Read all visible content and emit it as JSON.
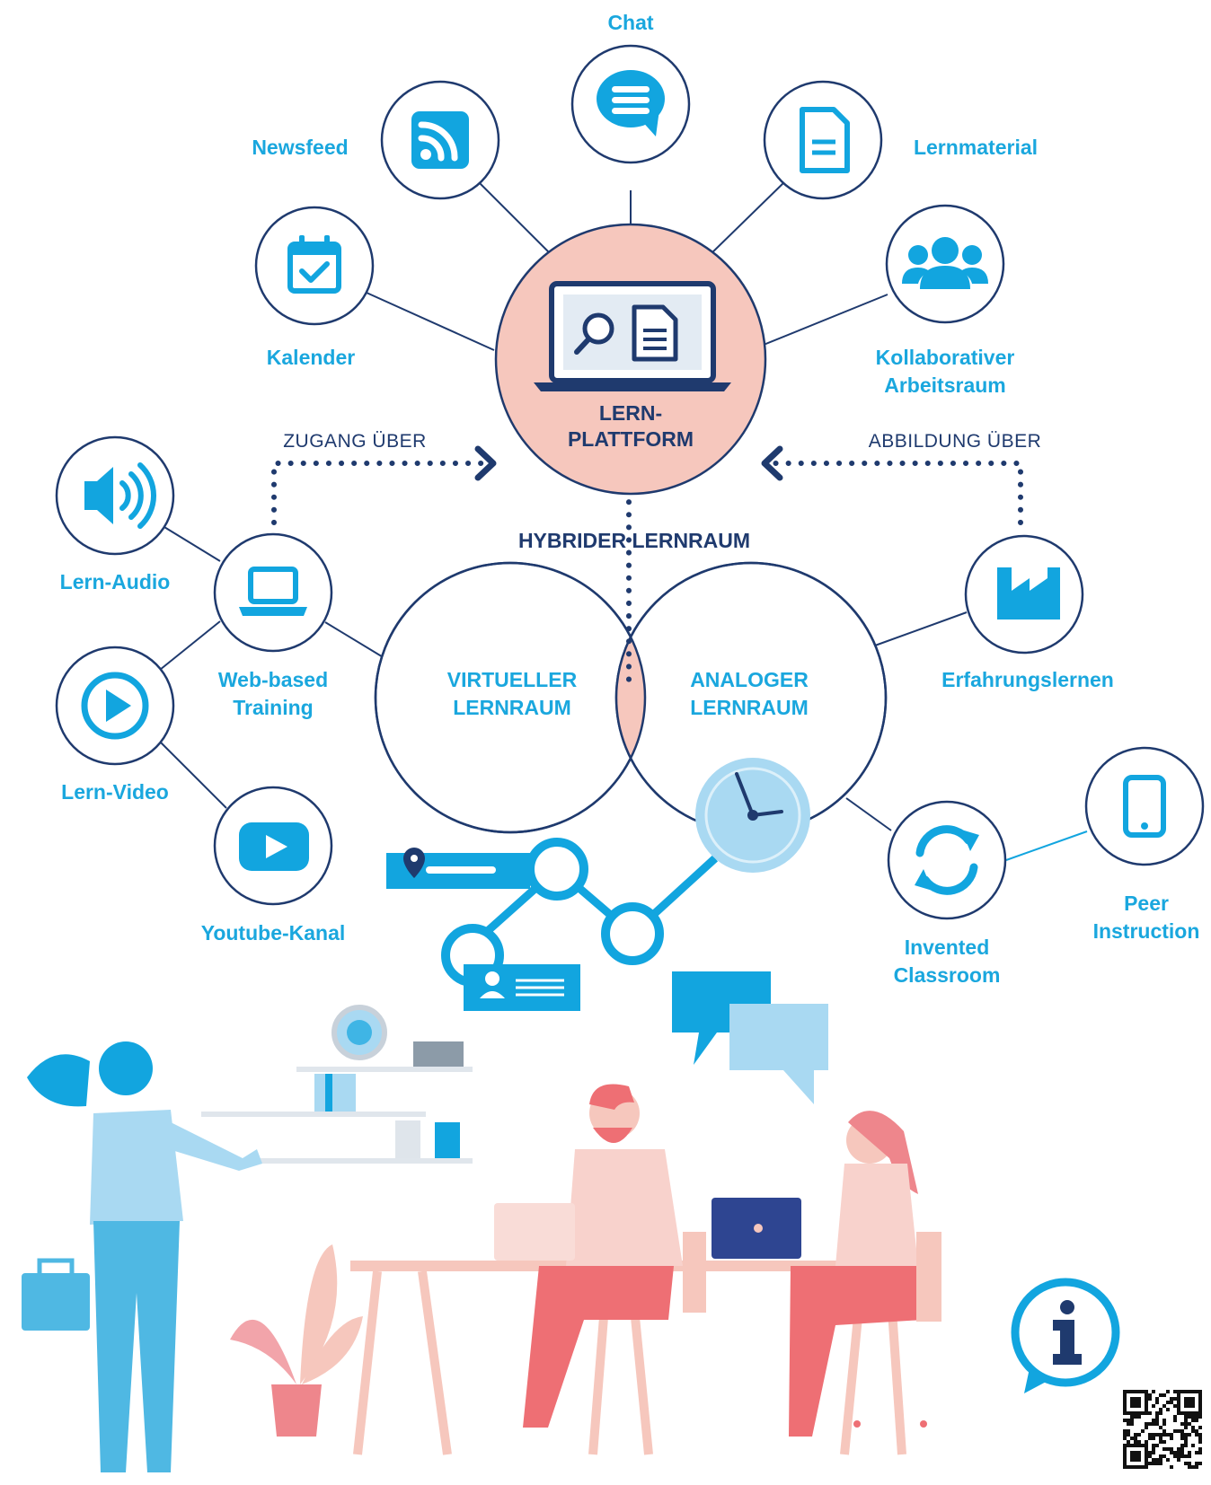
{
  "colors": {
    "accent": "#12a5df",
    "navy": "#1f3a6e",
    "platform_fill": "#f6c7bd",
    "light_blue": "#a9d9f2",
    "coral": "#ee6f74"
  },
  "center": {
    "line1": "LERN-",
    "line2": "PLATTFORM"
  },
  "nodes": {
    "chat": {
      "label": "Chat",
      "icon": "chat-bubble-icon"
    },
    "newsfeed": {
      "label": "Newsfeed",
      "icon": "rss-icon"
    },
    "lernmaterial": {
      "label": "Lernmaterial",
      "icon": "document-icon"
    },
    "kalender": {
      "label": "Kalender",
      "icon": "calendar-check-icon"
    },
    "kollaborativ": {
      "line1": "Kollaborativer",
      "line2": "Arbeitsraum",
      "icon": "group-icon"
    },
    "lern_audio": {
      "label": "Lern-Audio",
      "icon": "speaker-icon"
    },
    "web_training": {
      "line1": "Web-based",
      "line2": "Training",
      "icon": "laptop-icon"
    },
    "lern_video": {
      "label": "Lern-Video",
      "icon": "play-icon"
    },
    "youtube": {
      "label": "Youtube-Kanal",
      "icon": "youtube-icon"
    },
    "erfahrung": {
      "label": "Erfahrungslernen",
      "icon": "factory-icon"
    },
    "invented": {
      "line1": "Invented",
      "line2": "Classroom",
      "icon": "sync-icon"
    },
    "peer": {
      "line1": "Peer",
      "line2": "Instruction",
      "icon": "smartphone-icon"
    }
  },
  "flows": {
    "left": "ZUGANG ÜBER",
    "right": "ABBILDUNG ÜBER"
  },
  "hybrid": "HYBRIDER LERNRAUM",
  "virtuell": {
    "line1": "VIRTUELLER",
    "line2": "LERNRAUM"
  },
  "analog": {
    "line1": "ANALOGER",
    "line2": "LERNRAUM"
  },
  "info_icon": "info-icon",
  "qr_icon": "qr-code-icon"
}
